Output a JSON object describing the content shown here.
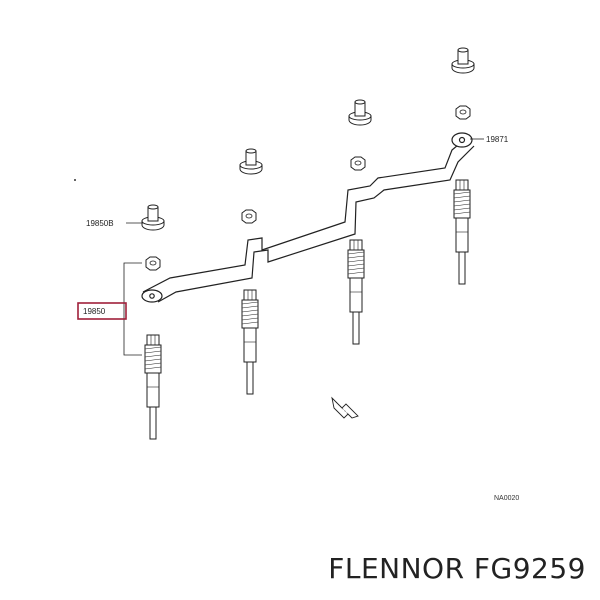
{
  "diagram": {
    "labels": {
      "harness_right": "19871",
      "nut": "19850B",
      "plug": "19850",
      "reference": "NA0020"
    }
  },
  "caption": "FLENNOR FG9259",
  "colors": {
    "line": "#222222",
    "highlight": "#a0203a"
  }
}
